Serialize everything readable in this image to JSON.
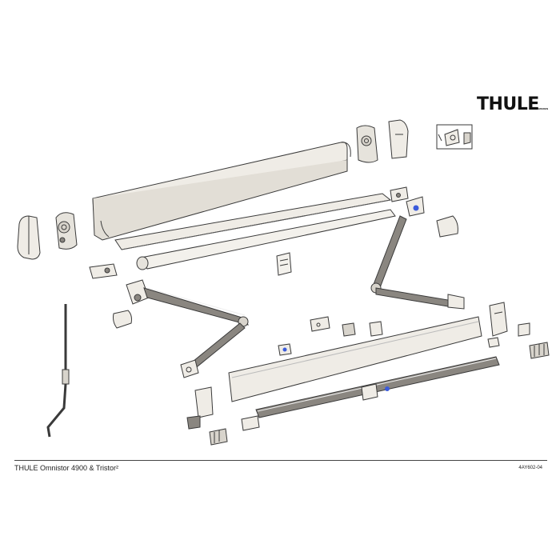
{
  "brand": {
    "logo_text": "THULE",
    "logo_sub": "SWEDEN"
  },
  "footer": {
    "title": "THULE Omnistor 4900 & Tristor²",
    "code": "4AY602-04"
  },
  "colors": {
    "line": "#3a3a3a",
    "fill_light": "#efece6",
    "fill_mid": "#d8d4cc",
    "fill_dark": "#8a8680",
    "accent_blue": "#3b5bdb"
  }
}
